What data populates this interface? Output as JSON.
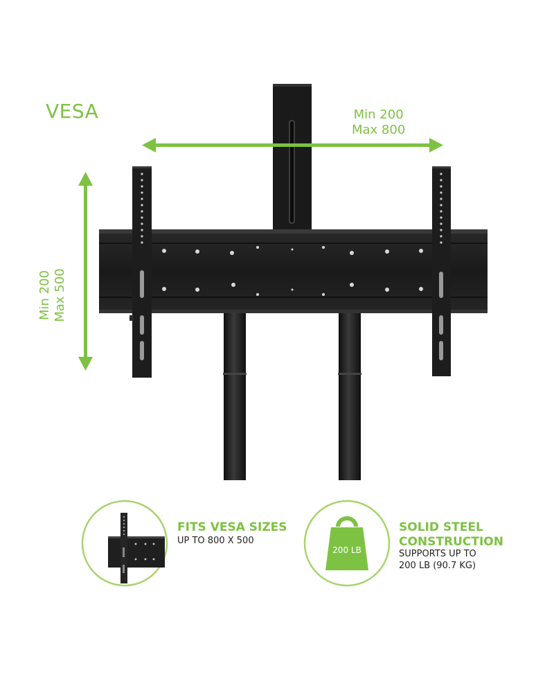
{
  "vesa_label": "VESA",
  "horizontal_dim": {
    "line1": "Min 200",
    "line2": "Max 800"
  },
  "vertical_dim": {
    "line1": "Min 200",
    "line2": "Max 500"
  },
  "feature_1": {
    "title": "FITS VESA SIZES",
    "sub": "UP TO 800 X 500"
  },
  "feature_2": {
    "title_line1": "SOLID STEEL",
    "title_line2": "CONSTRUCTION",
    "sub_line1": "SUPPORTS UP TO",
    "sub_line2": "200 LB (90.7 KG)",
    "badge": "200 LB"
  },
  "colors": {
    "accent": "#7dc242",
    "metal": "#1c1c1c",
    "text": "#222222"
  }
}
